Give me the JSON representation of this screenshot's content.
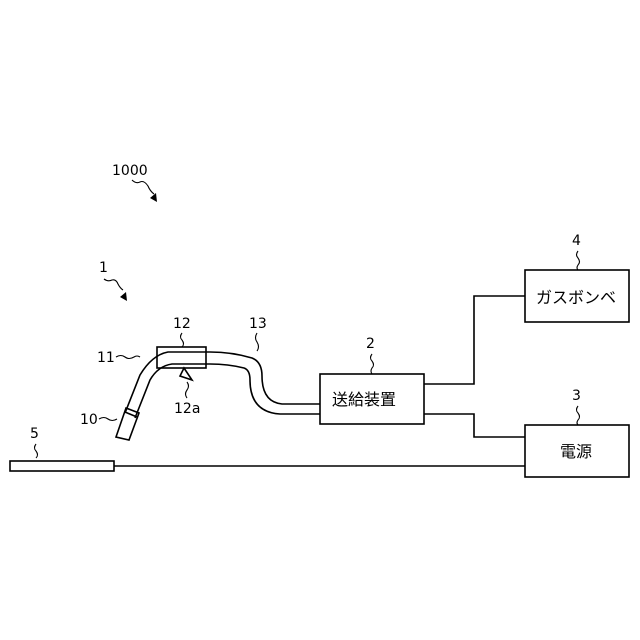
{
  "diagram": {
    "system_label": "1000",
    "torch_label": "1",
    "nozzle_label": "10",
    "torch_body_label": "11",
    "handle_label": "12",
    "trigger_label": "12a",
    "cable_label": "13",
    "feeder": {
      "number": "2",
      "text": "送給装置"
    },
    "power": {
      "number": "3",
      "text": "電源"
    },
    "gas": {
      "number": "4",
      "text": "ガスボンベ"
    },
    "workpiece_label": "5"
  }
}
